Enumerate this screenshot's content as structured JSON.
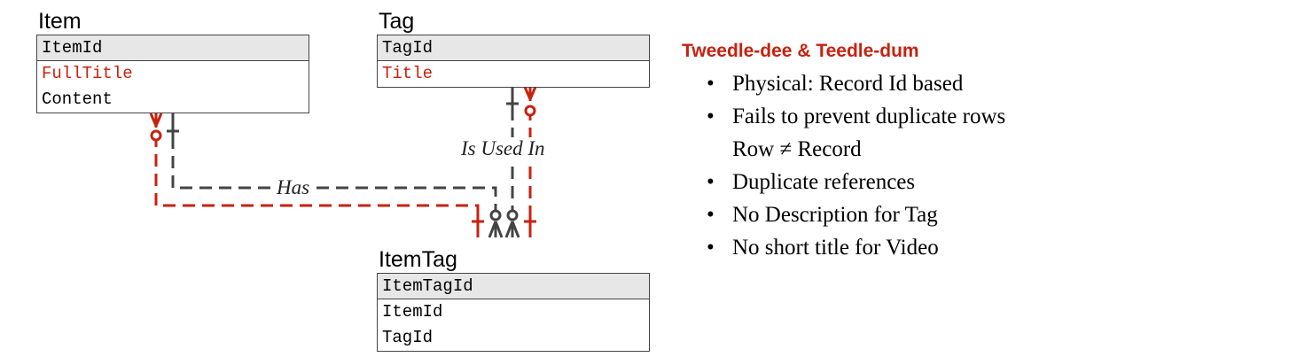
{
  "entities": {
    "item": {
      "title": "Item",
      "fields": [
        "ItemId",
        "FullTitle",
        "Content"
      ]
    },
    "tag": {
      "title": "Tag",
      "fields": [
        "TagId",
        "Title"
      ]
    },
    "itemtag": {
      "title": "ItemTag",
      "fields": [
        "ItemTagId",
        "ItemId",
        "TagId"
      ]
    }
  },
  "relationships": {
    "has": "Has",
    "is_used_in": "Is Used In"
  },
  "notes": {
    "title": "Tweedle-dee & Teedle-dum",
    "bullets": [
      "Physical: Record Id based",
      "Fails to prevent duplicate rows",
      "Duplicate references",
      "No Description for Tag",
      "No short title for Video"
    ],
    "sub_line": "Row ≠ Record",
    "bullet_glyph": "•"
  },
  "colors": {
    "accent": "#c8210f",
    "connector": "#444444",
    "pk_background": "#e7e7e7"
  }
}
